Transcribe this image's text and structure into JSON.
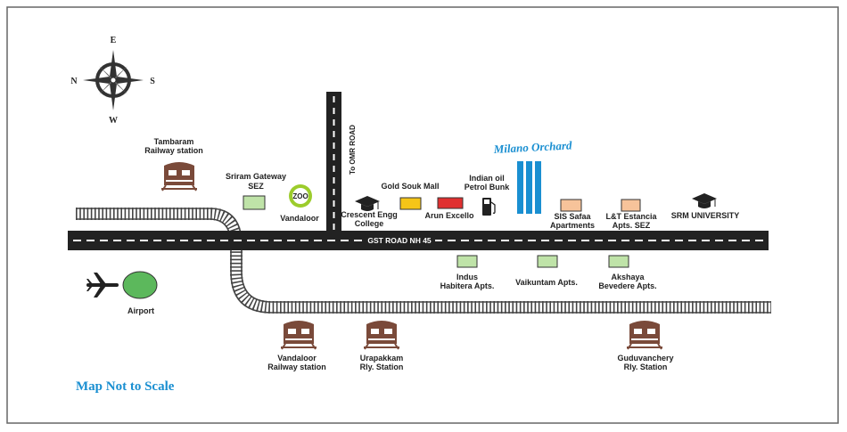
{
  "compass": {
    "north": "N",
    "east": "E",
    "south": "S",
    "west": "W"
  },
  "roads": {
    "gst": "GST ROAD NH 45",
    "omr": "To OMR ROAD"
  },
  "project": {
    "name": "Milano Orchard",
    "color": "#1a8fd1"
  },
  "landmarks": [
    {
      "id": "tambaram",
      "lines": [
        "Tambaram",
        "Railway station"
      ],
      "icon": "train-icon"
    },
    {
      "id": "sriram",
      "lines": [
        "Sriram Gateway",
        "SEZ"
      ],
      "icon": "building-box"
    },
    {
      "id": "zoo",
      "badge": "ZOO",
      "lines": [
        "Vandaloor"
      ],
      "icon": "zoo-icon"
    },
    {
      "id": "crescent",
      "lines": [
        "Crescent Engg",
        "College"
      ],
      "icon": "graduation-cap-icon"
    },
    {
      "id": "goldsouk",
      "lines": [
        "Gold Souk Mall"
      ],
      "icon": "building-box"
    },
    {
      "id": "arun",
      "lines": [
        "Arun Excello"
      ],
      "icon": "building-box"
    },
    {
      "id": "petrol",
      "lines": [
        "Indian oil",
        "Petrol Bunk"
      ],
      "icon": "fuel-pump-icon"
    },
    {
      "id": "sis",
      "lines": [
        "SIS Safaa",
        "Apartments"
      ],
      "icon": "building-box"
    },
    {
      "id": "lt",
      "lines": [
        "L&T Estancia",
        "Apts. SEZ"
      ],
      "icon": "building-box"
    },
    {
      "id": "srm",
      "lines": [
        "SRM UNIVERSITY"
      ],
      "icon": "graduation-cap-icon"
    },
    {
      "id": "indus",
      "lines": [
        "Indus",
        "Habitera Apts."
      ],
      "icon": "building-box"
    },
    {
      "id": "vaikuntam",
      "lines": [
        "Vaikuntam Apts."
      ],
      "icon": "building-box"
    },
    {
      "id": "akshaya",
      "lines": [
        "Akshaya",
        "Bevedere Apts."
      ],
      "icon": "building-box"
    },
    {
      "id": "airport",
      "lines": [
        "Airport"
      ],
      "icon": "airplane-icon"
    },
    {
      "id": "vandaloor_rly",
      "lines": [
        "Vandaloor",
        "Railway station"
      ],
      "icon": "train-icon"
    },
    {
      "id": "urapakkam",
      "lines": [
        "Urapakkam",
        "Rly. Station"
      ],
      "icon": "train-icon"
    },
    {
      "id": "guduvanchery",
      "lines": [
        "Guduvanchery",
        "Rly. Station"
      ],
      "icon": "train-icon"
    }
  ],
  "scale_note": "Map Not to Scale",
  "colors": {
    "road": "#222222",
    "rail": "#444444",
    "train": "#7a4a3a",
    "green_box": "#bfe3a8",
    "yellow_box": "#f5c518",
    "red_box": "#e03030",
    "orange_box": "#f7c39a",
    "zoo": "#9ccc2c",
    "airport_dot": "#5cb85c",
    "frame": "#666666"
  }
}
